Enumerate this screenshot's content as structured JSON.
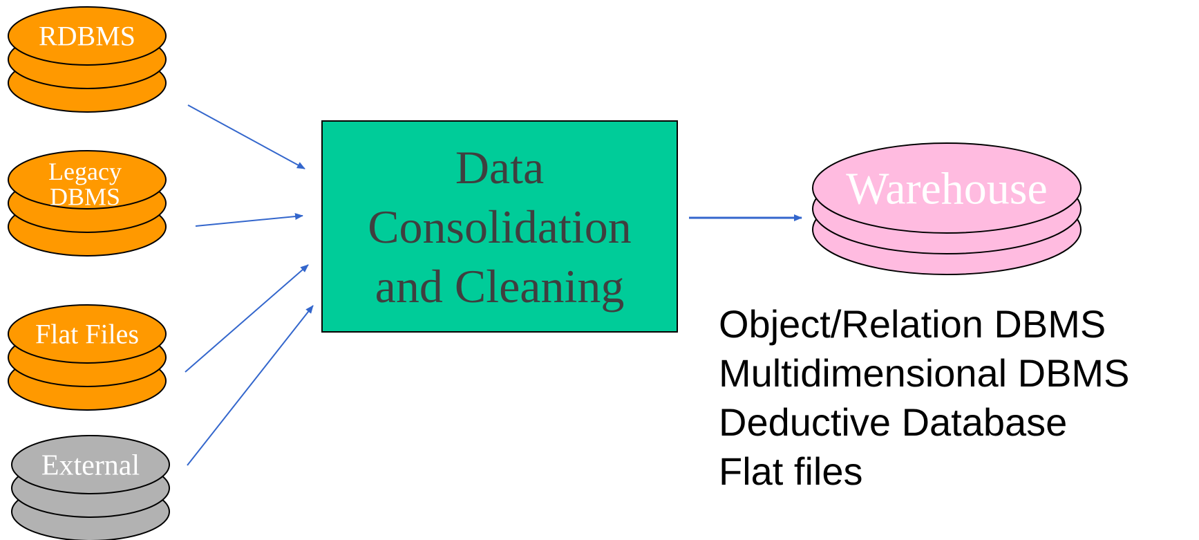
{
  "sources": [
    {
      "lines": [
        "RDBMS"
      ],
      "fill": "#ff9900",
      "text_color": "#ffffff"
    },
    {
      "lines": [
        "Legacy",
        "DBMS"
      ],
      "fill": "#ff9900",
      "text_color": "#ffffff"
    },
    {
      "lines": [
        "Flat Files"
      ],
      "fill": "#ff9900",
      "text_color": "#ffffff"
    },
    {
      "lines": [
        "External"
      ],
      "fill": "#b2b2b2",
      "text_color": "#ffffff"
    }
  ],
  "process": {
    "lines": [
      "Data",
      "Consolidation",
      "and Cleaning"
    ],
    "fill": "#00cc99",
    "text_color": "#3f3f3f"
  },
  "warehouse": {
    "label": "Warehouse",
    "fill": "#ffbbe0",
    "text_color": "#ffffff"
  },
  "warehouse_types": [
    "Object/Relation DBMS",
    "Multidimensional DBMS",
    "Deductive Database",
    "Flat files"
  ],
  "colors": {
    "arrow": "#3366cc",
    "outline": "#000000"
  }
}
